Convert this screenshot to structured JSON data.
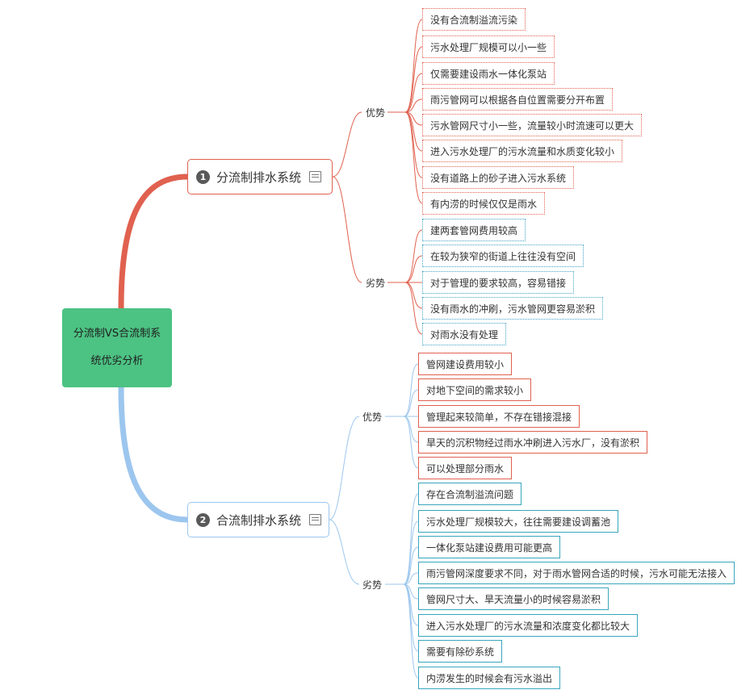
{
  "root": {
    "line1": "分流制VS合流制系",
    "line2": "统优劣分析"
  },
  "branches": [
    {
      "number": "1",
      "label": "分流制排水系统",
      "groups": [
        {
          "label": "优势",
          "items": [
            "没有合流制溢流污染",
            "污水处理厂规模可以小一些",
            "仅需要建设雨水一体化泵站",
            "雨污管网可以根据各自位置需要分开布置",
            "污水管网尺寸小一些，流量较小时流速可以更大",
            "进入污水处理厂的污水流量和水质变化较小",
            "没有道路上的砂子进入污水系统",
            "有内涝的时候仅仅是雨水"
          ]
        },
        {
          "label": "劣势",
          "items": [
            "建两套管网费用较高",
            "在较为狭窄的街道上往往没有空间",
            "对于管理的要求较高，容易错接",
            "没有雨水的冲刷，污水管网更容易淤积",
            "对雨水没有处理"
          ]
        }
      ]
    },
    {
      "number": "2",
      "label": "合流制排水系统",
      "groups": [
        {
          "label": "优势",
          "items": [
            "管网建设费用较小",
            "对地下空间的需求较小",
            "管理起来较简单，不存在错接混接",
            "旱天的沉积物经过雨水冲刷进入污水厂，没有淤积",
            "可以处理部分雨水"
          ]
        },
        {
          "label": "劣势",
          "items": [
            "存在合流制溢流问题",
            "污水处理厂规模较大，往往需要建设调蓄池",
            "一体化泵站建设费用可能更高",
            "雨污管网深度要求不同，对于雨水管网合适的时候，污水可能无法接入",
            "管网尺寸大、旱天流量小的时候容易淤积",
            "进入污水处理厂的污水流量和浓度变化都比较大",
            "需要有除砂系统",
            "内涝发生的时候会有污水溢出"
          ]
        }
      ]
    }
  ],
  "colors": {
    "root": "#4cc283",
    "branch1_line": "#e0614f",
    "branch2_line": "#9cc6ee",
    "adv1": "#e0614f",
    "dis1": "#43a3c6",
    "adv2": "#e0614f",
    "dis2": "#39a6bd"
  },
  "icons": {
    "branch_note": "note-icon"
  }
}
